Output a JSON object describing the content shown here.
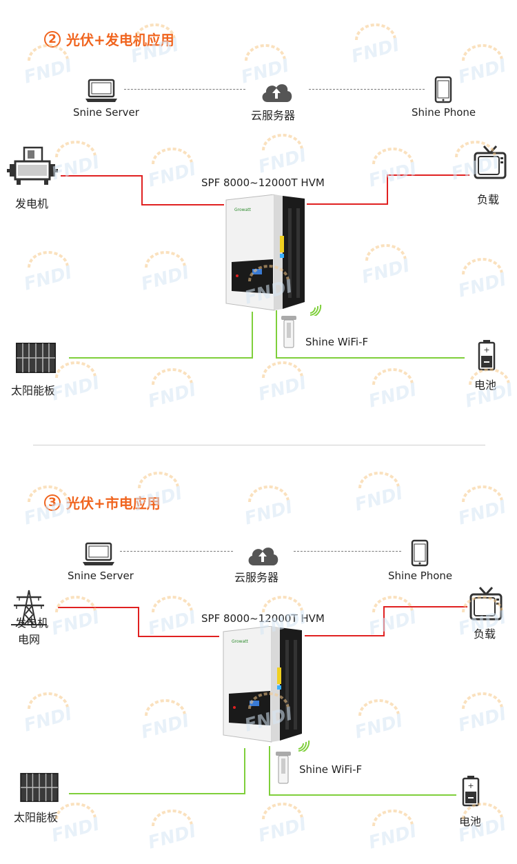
{
  "section1": {
    "number": "2",
    "title": "光伏+发电机应用",
    "server": "Snine Server",
    "cloud": "云服务器",
    "phone": "Shine Phone",
    "source": "发电机",
    "inverter": "SPF 8000~12000T HVM",
    "load": "负载",
    "wifi": "Shine WiFi-F",
    "battery": "电池",
    "panel": "太阳能板"
  },
  "section2": {
    "number": "3",
    "title": "光伏+市电应用",
    "server": "Snine Server",
    "cloud": "云服务器",
    "phone": "Shine Phone",
    "source_overlay": "发电机",
    "source": "电网",
    "inverter": "SPF 8000~12000T HVM",
    "load": "负载",
    "wifi": "Shine WiFi-F",
    "battery": "电池",
    "panel": "太阳能板"
  },
  "inverter_brand": "Growatt",
  "watermark_text": "FNDI",
  "colors": {
    "accent": "#f0641e",
    "ac_wire": "#e02020",
    "dc_wire": "#7ecf3a",
    "wifi": "#7ecf3a"
  }
}
